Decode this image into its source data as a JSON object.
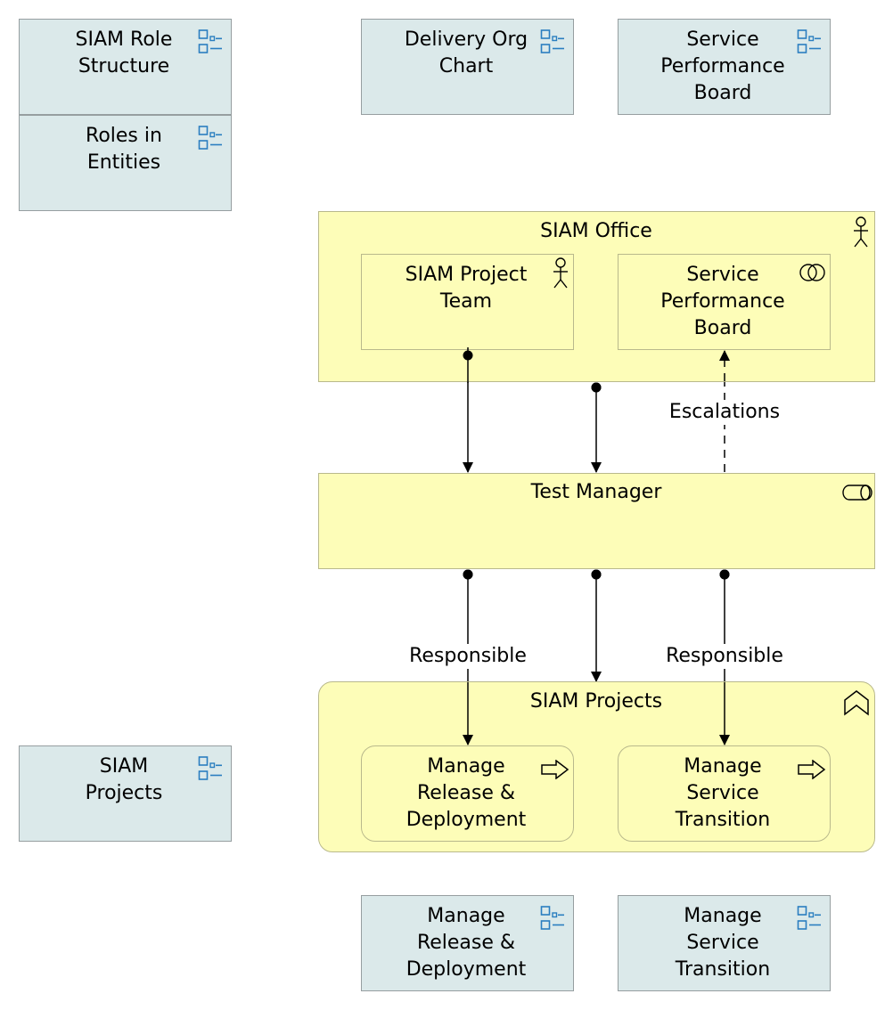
{
  "view_refs": {
    "siam_role_structure": "SIAM Role\nStructure",
    "roles_in_entities": "Roles in\nEntities",
    "delivery_org_chart": "Delivery Org\nChart",
    "service_performance_board_ref": "Service\nPerformance\nBoard",
    "siam_projects_ref": "SIAM\nProjects",
    "manage_release_ref": "Manage\nRelease &\nDeployment",
    "manage_service_transition_ref": "Manage\nService\nTransition"
  },
  "elements": {
    "siam_office": "SIAM Office",
    "siam_project_team": "SIAM Project\nTeam",
    "service_performance_board": "Service\nPerformance\nBoard",
    "test_manager": "Test Manager",
    "siam_projects": "SIAM Projects",
    "manage_release": "Manage\nRelease &\nDeployment",
    "manage_service_transition": "Manage\nService\nTransition"
  },
  "relations": {
    "escalations": "Escalations",
    "responsible_left": "Responsible",
    "responsible_right": "Responsible"
  },
  "colors": {
    "view_fill": "#dbe9ea",
    "element_fill": "#fdfdb8",
    "view_icon": "#2a7ec0"
  }
}
